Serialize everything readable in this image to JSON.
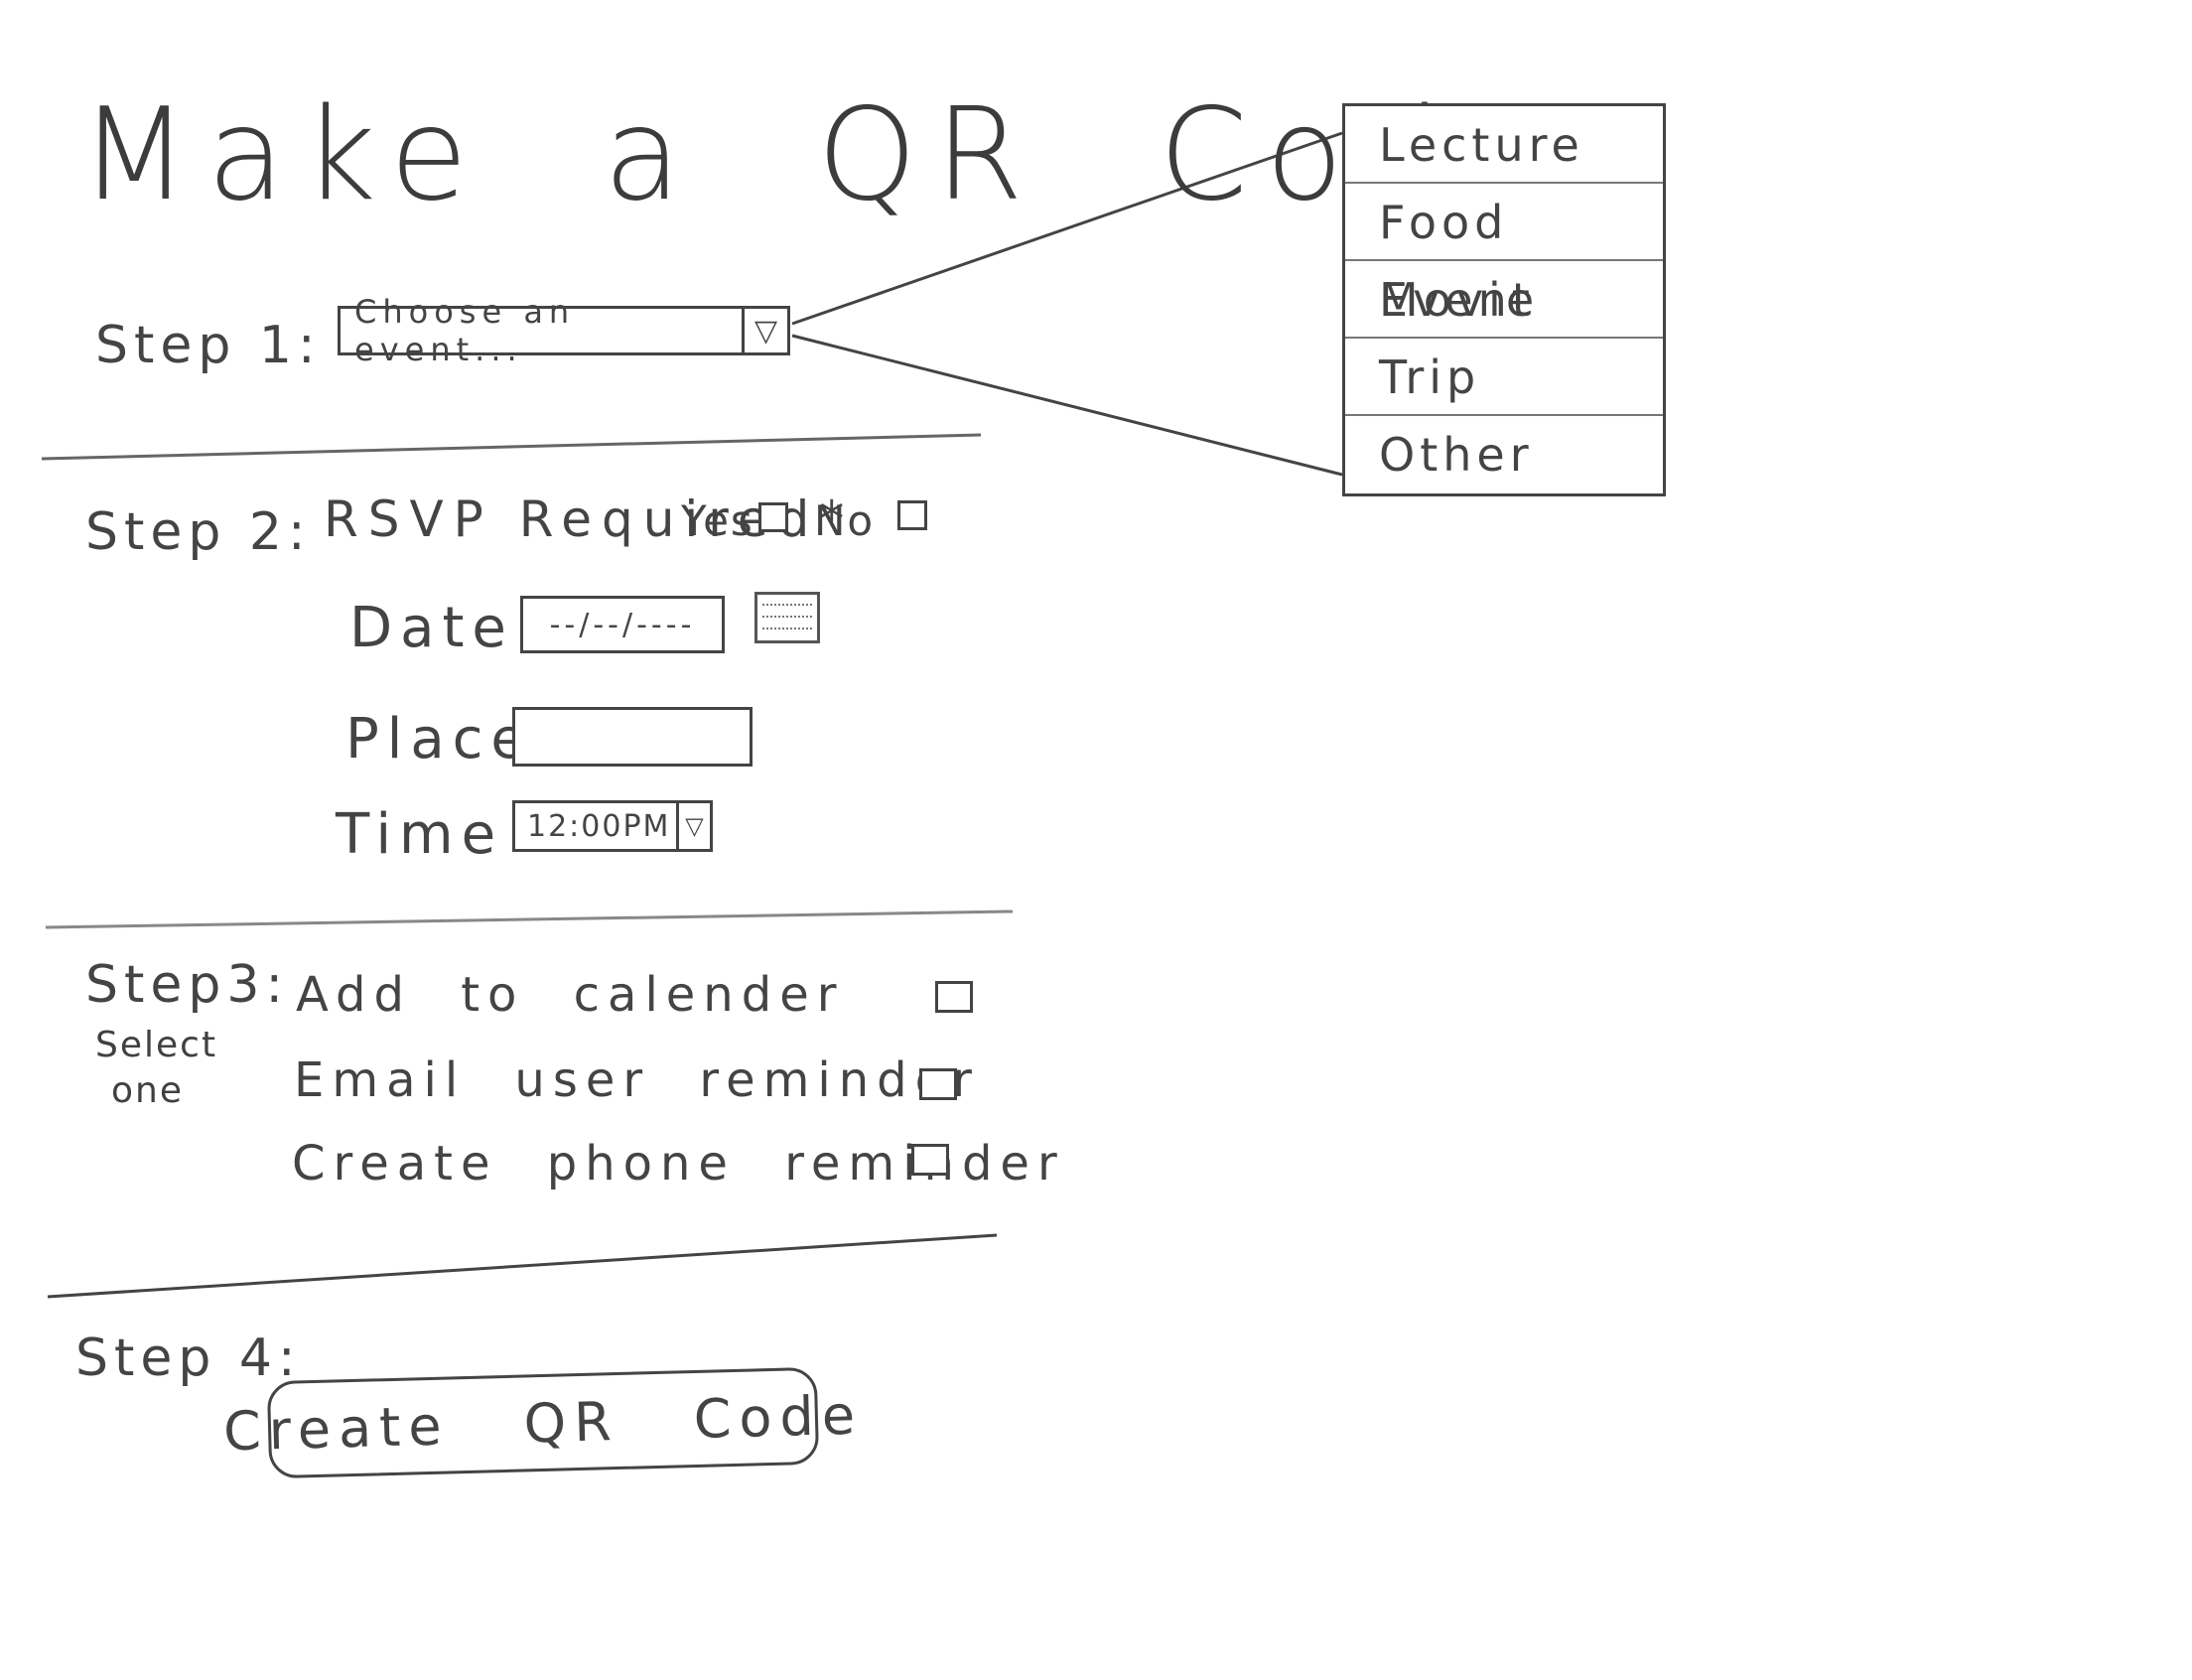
{
  "title": "Make a QR Code",
  "step1": {
    "label": "Step 1:",
    "select_value": "Choose an event...",
    "select_arrow": "▽",
    "options": [
      "Lecture",
      "Food Event",
      "Movie",
      "Trip",
      "Other"
    ]
  },
  "step2": {
    "label": "Step 2:",
    "rsvp_label": "RSVP Required*",
    "yes_label": "Yes",
    "no_label": "No",
    "date_label": "Date",
    "date_placeholder": "--/--/----",
    "place_label": "Place",
    "time_label": "Time",
    "time_value": "12:00PM",
    "time_arrow": "▽"
  },
  "step3": {
    "label": "Step3:",
    "sublabel_1": "Select",
    "sublabel_2": "one",
    "options": [
      "Add to calender",
      "Email user reminder",
      "Create phone reminder"
    ]
  },
  "step4": {
    "label": "Step 4:",
    "button_label": "Create QR Code"
  }
}
